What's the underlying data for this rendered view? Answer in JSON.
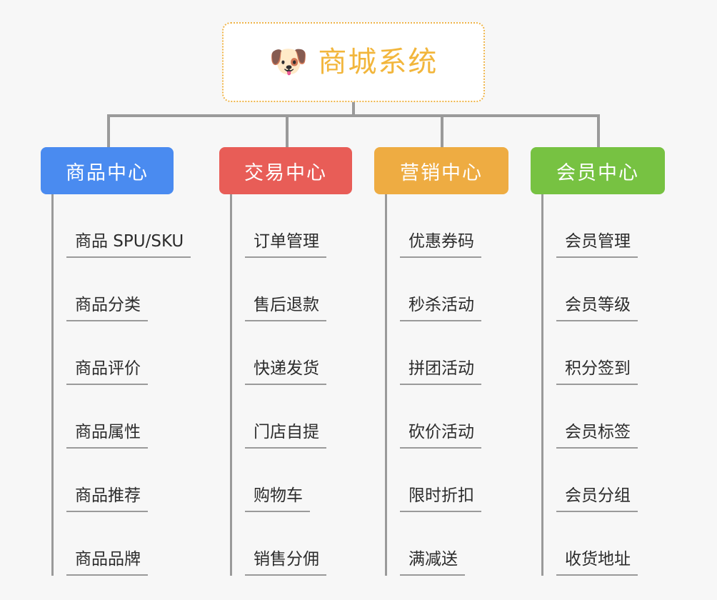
{
  "diagram": {
    "type": "organization-mindmap",
    "background_color": "#f7f7f7",
    "connector_color": "#9a9a9a",
    "root": {
      "title": "商城系统",
      "icon": "shiba-dog-face-emoji",
      "emoji": "🐶",
      "text_color": "#f2b63c",
      "border_color": "#efb54a",
      "background_color": "#ffffff"
    },
    "categories": [
      {
        "label": "商品中心",
        "color": "#4a8bf0",
        "items": [
          "商品 SPU/SKU",
          "商品分类",
          "商品评价",
          "商品属性",
          "商品推荐",
          "商品品牌"
        ]
      },
      {
        "label": "交易中心",
        "color": "#e85d57",
        "items": [
          "订单管理",
          "售后退款",
          "快递发货",
          "门店自提",
          "购物车",
          "销售分佣"
        ]
      },
      {
        "label": "营销中心",
        "color": "#eeac42",
        "items": [
          "优惠券码",
          "秒杀活动",
          "拼团活动",
          "砍价活动",
          "限时折扣",
          "满减送"
        ]
      },
      {
        "label": "会员中心",
        "color": "#77c242",
        "items": [
          "会员管理",
          "会员等级",
          "积分签到",
          "会员标签",
          "会员分组",
          "收货地址"
        ]
      }
    ]
  }
}
